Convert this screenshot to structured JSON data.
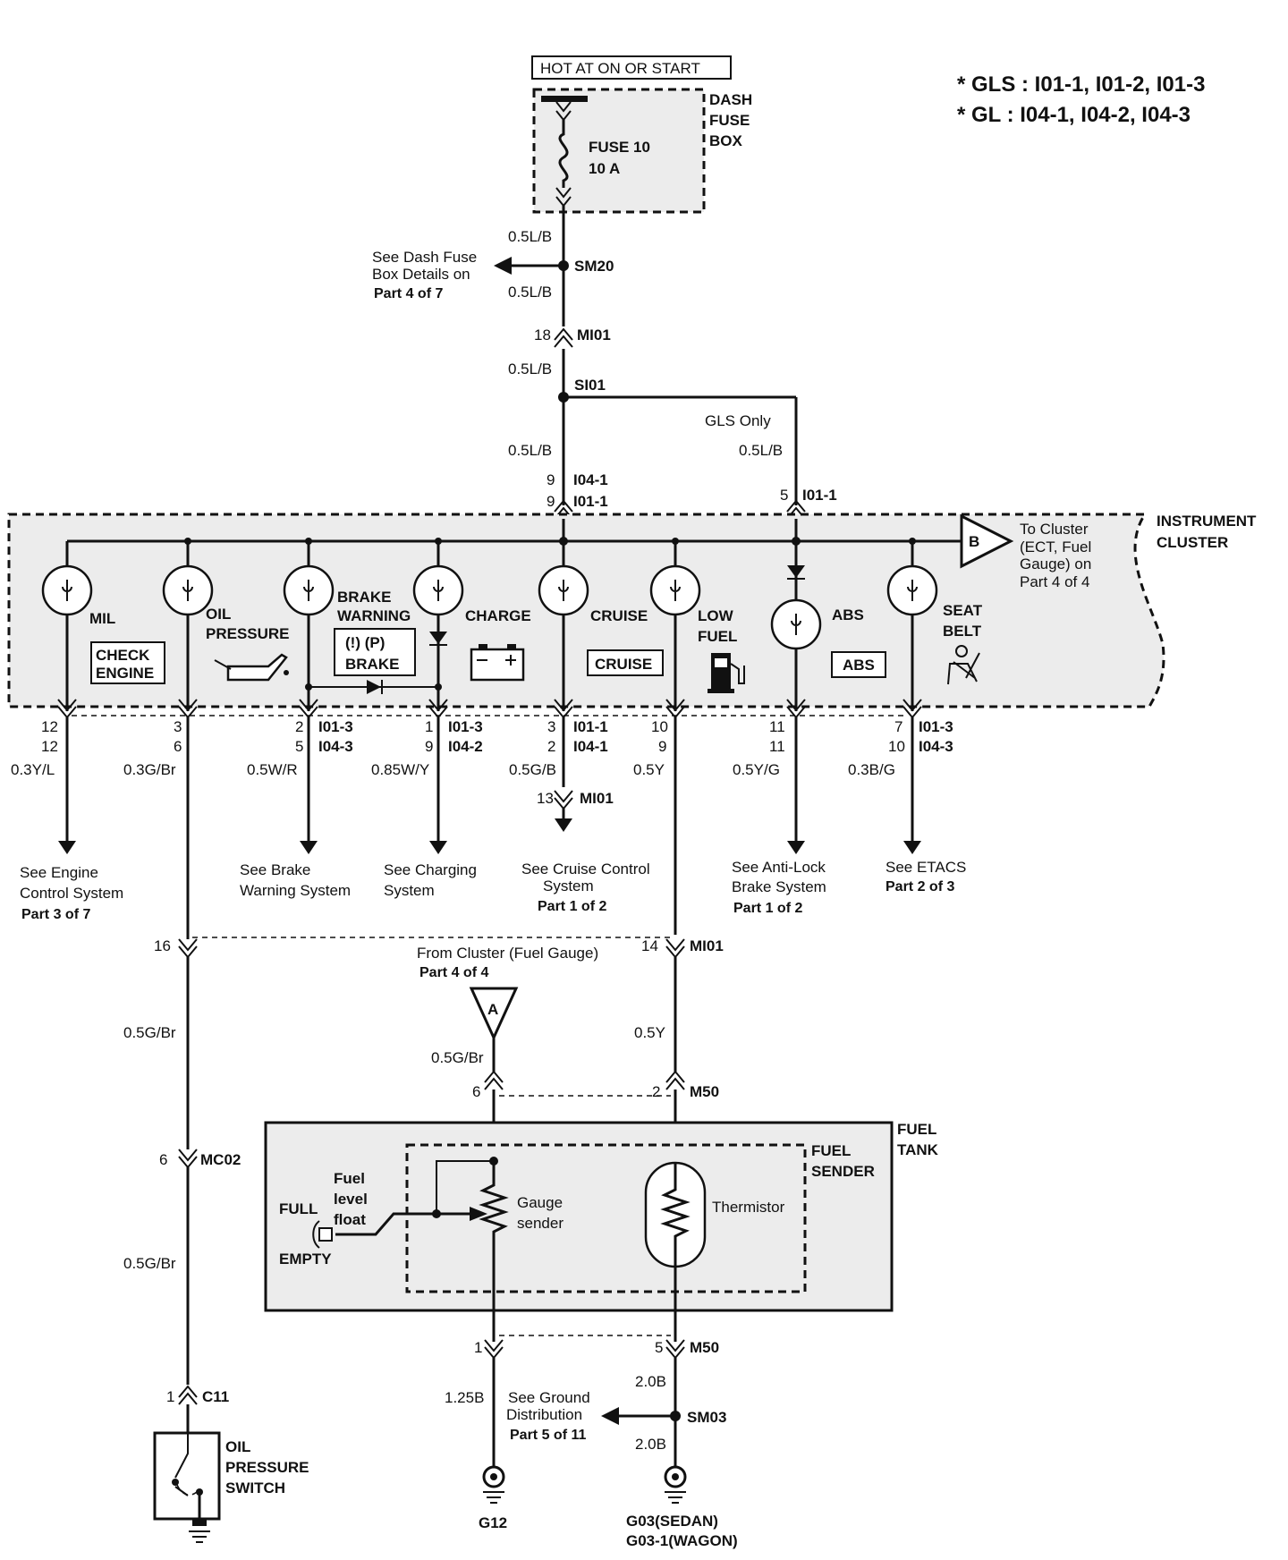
{
  "header": {
    "hot_label": "HOT AT ON OR START",
    "dash_fuse_box": [
      "DASH",
      "FUSE",
      "BOX"
    ],
    "fuse": [
      "FUSE 10",
      "10 A"
    ],
    "legend": [
      "* GLS : I01-1, I01-2, I01-3",
      "* GL : I04-1, I04-2, I04-3"
    ]
  },
  "feed": {
    "wire_top": "0.5L/B",
    "sm20": "SM20",
    "see_fuse": [
      "See Dash Fuse",
      "Box Details on",
      "Part 4 of 7"
    ],
    "wire_mid": "0.5L/B",
    "mi01_pin": "18",
    "mi01": "MI01",
    "wire_low": "0.5L/B",
    "si01": "SI01",
    "wire_left": "0.5L/B",
    "gls_only": "GLS Only",
    "wire_right": "0.5L/B",
    "pin_i04": "9",
    "i04_1": "I04-1",
    "pin_i01": "9",
    "i01_1": "I01-1",
    "pin_right": "5",
    "i01_1_right": "I01-1"
  },
  "cluster": {
    "name": [
      "INSTRUMENT",
      "CLUSTER"
    ],
    "b_letter": "B",
    "to_cluster": [
      "To Cluster",
      "(ECT, Fuel",
      "Gauge) on",
      "Part 4 of 4"
    ],
    "lamps": {
      "mil": "MIL",
      "check_engine": [
        "CHECK",
        "ENGINE"
      ],
      "oil": [
        "OIL",
        "PRESSURE"
      ],
      "brake_warning": [
        "BRAKE",
        "WARNING"
      ],
      "brake_sym": "(!) (P)",
      "brake": "BRAKE",
      "charge": "CHARGE",
      "cruise": "CRUISE",
      "cruise_box": "CRUISE",
      "low_fuel": [
        "LOW",
        "FUEL"
      ],
      "abs": "ABS",
      "abs_box": "ABS",
      "seat_belt": [
        "SEAT",
        "BELT"
      ]
    }
  },
  "outputs": [
    {
      "pins": [
        "12",
        "12"
      ],
      "conns": [
        "",
        ""
      ],
      "wire": "0.3Y/L",
      "dest": [
        "See Engine",
        "Control System",
        "Part 3 of 7"
      ]
    },
    {
      "pins": [
        "3",
        "6"
      ],
      "conns": [
        "",
        ""
      ],
      "wire": "0.3G/Br",
      "dest": []
    },
    {
      "pins": [
        "2",
        "5"
      ],
      "conns": [
        "I01-3",
        "I04-3"
      ],
      "wire": "0.5W/R",
      "dest": [
        "See Brake",
        "Warning System"
      ]
    },
    {
      "pins": [
        "1",
        "9"
      ],
      "conns": [
        "I01-3",
        "I04-2"
      ],
      "wire": "0.85W/Y",
      "dest": [
        "See Charging",
        "System"
      ]
    },
    {
      "pins": [
        "3",
        "2"
      ],
      "conns": [
        "I01-1",
        "I04-1"
      ],
      "wire": "0.5G/B",
      "dest": [
        "See Cruise Control",
        "System",
        "Part 1 of 2"
      ]
    },
    {
      "pins": [
        "10",
        "9"
      ],
      "conns": [
        "",
        ""
      ],
      "wire": "0.5Y",
      "dest": []
    },
    {
      "pins": [
        "11",
        "11"
      ],
      "conns": [
        "",
        ""
      ],
      "wire": "0.5Y/G",
      "dest": [
        "See Anti-Lock",
        "Brake System",
        "Part 1 of 2"
      ]
    },
    {
      "pins": [
        "7",
        "10"
      ],
      "conns": [
        "I01-3",
        "I04-3"
      ],
      "wire": "0.3B/G",
      "dest": [
        "See ETACS",
        "Part 2 of 3"
      ]
    }
  ],
  "cruise_mi01": {
    "pin": "13",
    "conn": "MI01"
  },
  "lower": {
    "pin16": "16",
    "pin14": "14",
    "mi01": "MI01",
    "from_cluster": [
      "From Cluster (Fuel Gauge)",
      "Part 4 of 4"
    ],
    "a_letter": "A",
    "wire_left": "0.5G/Br",
    "wire_a": "0.5G/Br",
    "wire_y": "0.5Y",
    "pin6": "6",
    "pin2": "2",
    "m50": "M50",
    "mc02_pin": "6",
    "mc02": "MC02",
    "wire_left2": "0.5G/Br",
    "c11_pin": "1",
    "c11": "C11",
    "oil_switch": [
      "OIL",
      "PRESSURE",
      "SWITCH"
    ],
    "fuel_tank": [
      "FUEL",
      "TANK"
    ],
    "fuel_sender": [
      "FUEL",
      "SENDER"
    ],
    "float": [
      "Fuel",
      "level",
      "float"
    ],
    "full": "FULL",
    "empty": "EMPTY",
    "gauge_sender": [
      "Gauge",
      "sender"
    ],
    "thermistor": "Thermistor",
    "pin1": "1",
    "pin5": "5",
    "m50_b": "M50",
    "wire_125b": "1.25B",
    "wire_20b_top": "2.0B",
    "see_ground": [
      "See Ground",
      "Distribution",
      "Part 5 of 11"
    ],
    "sm03": "SM03",
    "wire_20b_bot": "2.0B",
    "g12": "G12",
    "g03": [
      "G03(SEDAN)",
      "G03-1(WAGON)"
    ]
  }
}
